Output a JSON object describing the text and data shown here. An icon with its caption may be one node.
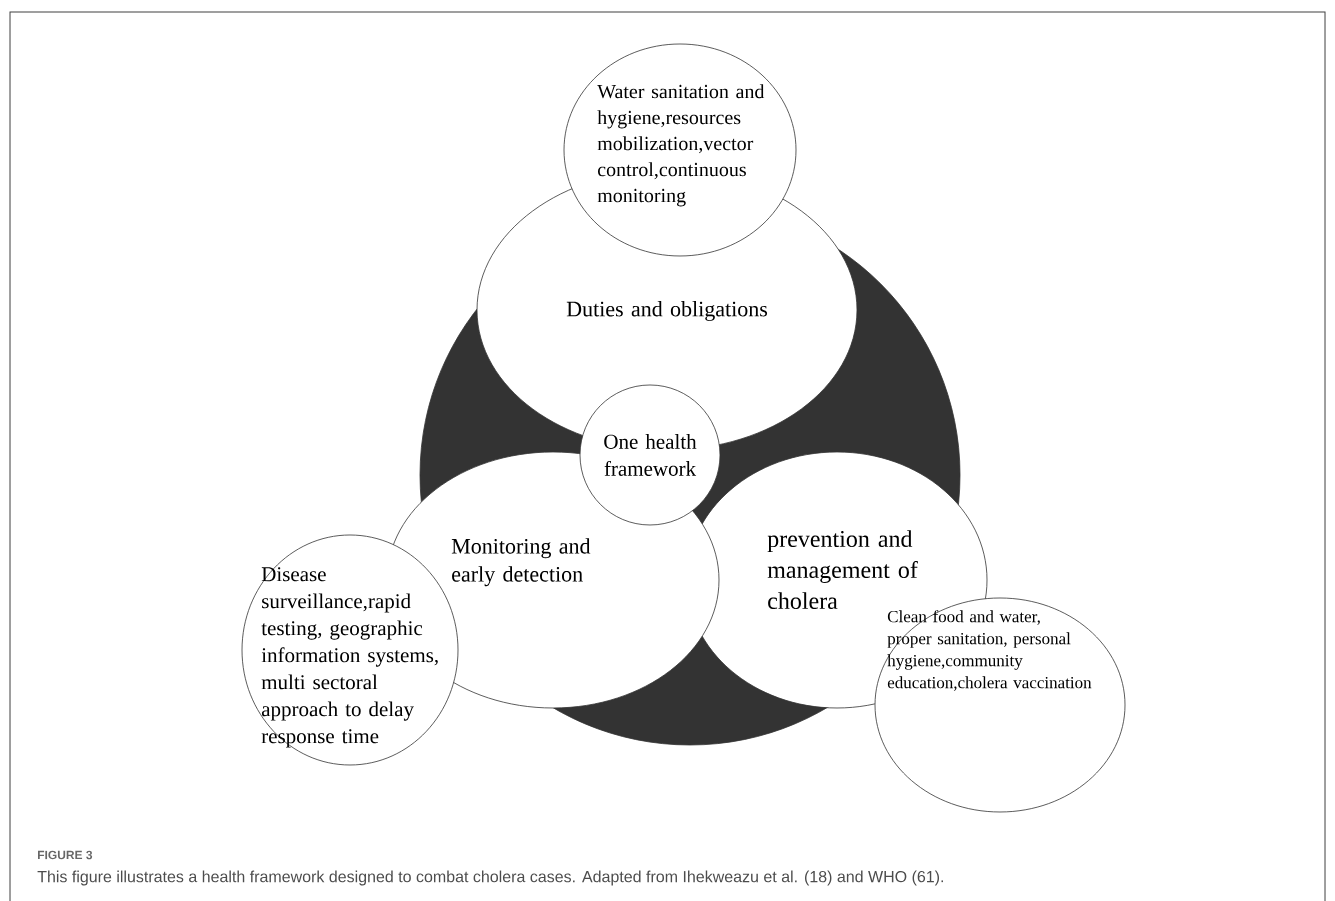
{
  "diagram": {
    "caption": "This figure illustrates a health framework designed to combat cholera cases. Adapted from Ihekweazu et al. (18) and WHO (61).",
    "nodes": [
      {
        "text": [
          "Water sanitation and hygiene,resources mobilization,vector control,continuous monitoring"
        ]
      },
      {
        "text": [
          "Duties and obligations"
        ]
      },
      {
        "text": [
          "One health framework"
        ]
      },
      {
        "text": [
          "Monitoring and early detection"
        ]
      },
      {
        "text": [
          "prevention and management of cholera"
        ]
      },
      {
        "text": [
          "Disease surveillance,rapid testing, geographic information systems, multi sectoral approach to delay response time"
        ]
      },
      {
        "text": [
          "Clean food and water, proper sanitation, personal hygiene,community education,cholera vaccination"
        ]
      }
    ],
    "labels": [
      "FIGURE 3"
    ]
  }
}
